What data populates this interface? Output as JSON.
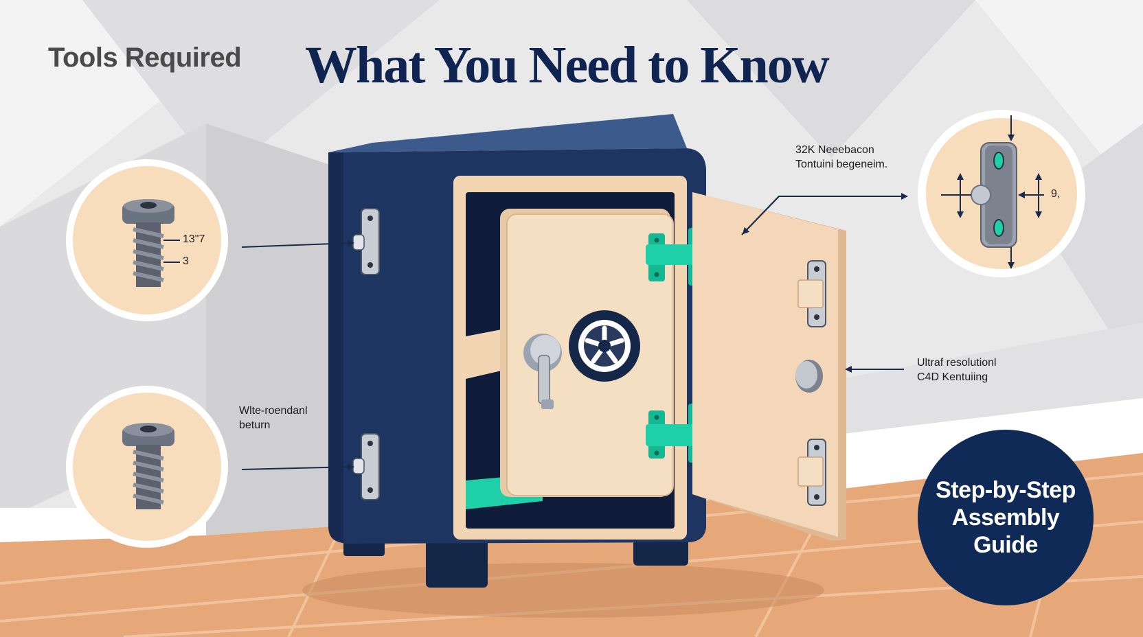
{
  "header": {
    "tools_label": "Tools Required",
    "title": "What You Need to Know"
  },
  "callouts": {
    "top_right": [
      "32K Neeebacon",
      "Tontuini begeneim."
    ],
    "mid_right": [
      "Ultraf resolutionl",
      "C4D Kentuiing"
    ],
    "mid_left": [
      "Wlte-roendanl",
      "beturn"
    ]
  },
  "dimensions": {
    "screw_length": "13\"7",
    "screw_thread": "3",
    "bracket_width": "9,"
  },
  "badge": {
    "text": "Step-by-Step Assembly Guide"
  },
  "icons": [
    "screw-icon",
    "hinge-bracket-icon",
    "dial-lock-icon",
    "door-handle-icon",
    "pointer-arrow-icon"
  ],
  "colors": {
    "navy": "#1e3461",
    "beige": "#f5dfc2",
    "teal": "#1fcfa8",
    "floor": "#e6a878",
    "title": "#0f2450"
  }
}
